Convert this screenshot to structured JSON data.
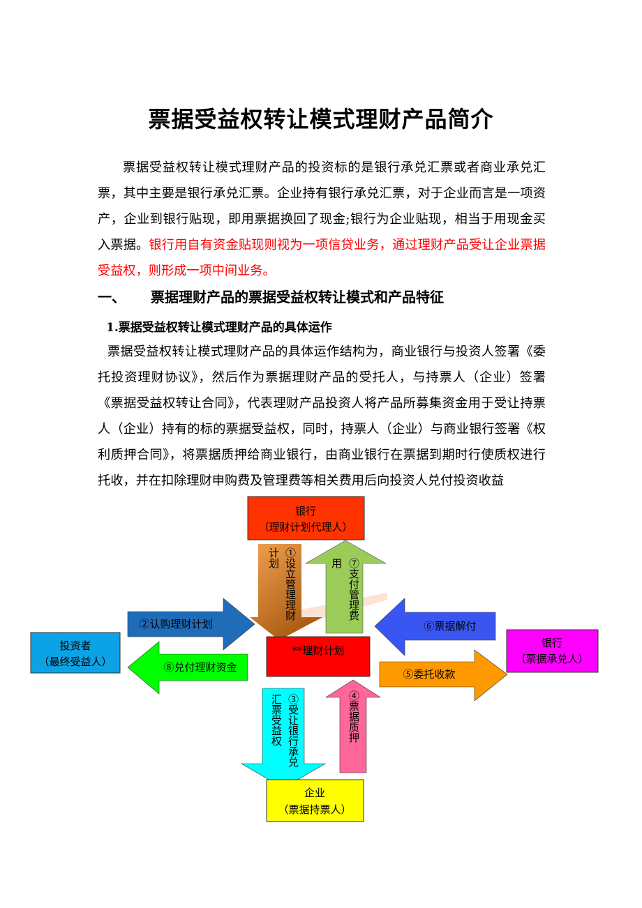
{
  "title": "票据受益权转让模式理财产品简介",
  "intro": {
    "text": "票据受益权转让模式理财产品的投资标的是银行承兑汇票或者商业承兑汇票，其中主要是银行承兑汇票。企业持有银行承兑汇票，对于企业而言是一项资产，企业到银行贴现，即用票据换回了现金;银行为企业贴现，相当于用现金买入票据。",
    "highlight": "银行用自有资金贴现则视为一项信贷业务，通过理财产品受让企业票据受益权，则形成一项中间业务。"
  },
  "section1": {
    "number": "一、",
    "title": "票据理财产品的票据受益权转让模式和产品特征"
  },
  "subsection1": "1.票据受益权转让模式理财产品的具体运作",
  "body": "票据受益权转让模式理财产品的具体运作结构为，商业银行与投资人签署《委托投资理财协议》，然后作为票据理财产品的受托人，与持票人（企业）签署《票据受益权转让合同》，代表理财产品投资人将产品所募集资金用于受让持票人（企业）持有的标的票据受益权，同时，持票人（企业）与商业银行签署《权利质押合同》，将票据质押给商业银行，由商业银行在票据到期时行使质权进行托收，并在扣除理财申购费及管理费等相关费用后向投资人兑付投资收益",
  "diagram": {
    "bank_agent": {
      "line1": "银行",
      "line2": "（理财计划代理人）",
      "color": "#ff3300"
    },
    "investor": {
      "line1": "投资者",
      "line2": "（最终受益人）",
      "color": "#0ba3e6"
    },
    "plan": {
      "label": "**理财计划",
      "color": "#ff0000"
    },
    "bank_acceptor": {
      "line1": "银行",
      "line2": "（票据承兑人）",
      "color": "#ff00ff"
    },
    "enterprise": {
      "line1": "企业",
      "line2": "（票据持票人）",
      "color": "#ffff00"
    },
    "arrows": {
      "a1": {
        "col1": "①设立管理理财",
        "col2": "计划"
      },
      "a2": "②认购理财计划",
      "a3": {
        "col1": "③受让银行承兑",
        "col2": "汇票受益权"
      },
      "a4": "④票据质押",
      "a5": "⑤委托收款",
      "a6": "⑥票据解付",
      "a7": {
        "col1": "⑦支付管理费",
        "col2": "用"
      },
      "a8": "⑧兑付理财资金"
    }
  }
}
